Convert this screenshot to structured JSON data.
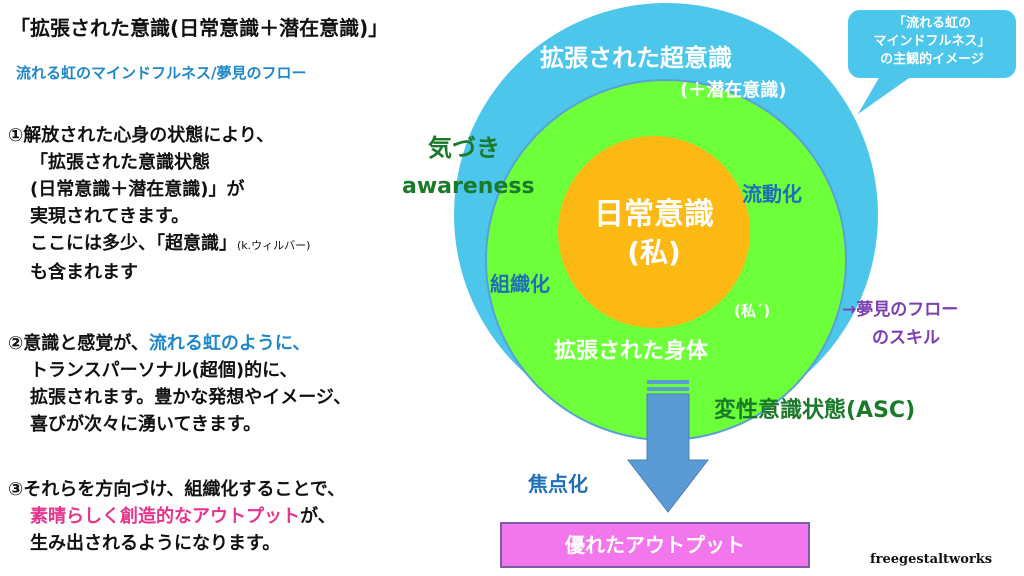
{
  "title": "「拡張された意識(日常意識＋潜在意識)」",
  "subtitle": "流れる虹のマインドフルネス/夢見のフロー",
  "para1": {
    "l1": "①解放された心身の状態により、",
    "l2": "「拡張された意識状態",
    "l3": "(日常意識＋潜在意識)」が",
    "l4": "実現されてきます。",
    "l5a": "ここには多少、「超意識」",
    "l5b": "(k.ウィルバー)",
    "l6": "も含まれます"
  },
  "para2": {
    "l1a": "②意識と感覚が、",
    "l1b": "流れる虹のように、",
    "l2": "トランスパーソナル(超個)的に、",
    "l3": "拡張されます。豊かな発想やイメージ、",
    "l4": "喜びが次々に湧いてきます。"
  },
  "para3": {
    "l1": "③それらを方向づけ、組織化することで、",
    "l2a": "素晴らしく創造的なアウトプット",
    "l2b": "が、",
    "l3": "生み出されるようになります。"
  },
  "diagram": {
    "outer_label": "拡張された超意識",
    "outer_sub": "(＋潜在意識)",
    "middle_label": "拡張された身体",
    "inner_label1": "日常意識",
    "inner_label2": "(私)",
    "watashi_dash": "(私´)",
    "kidzuki": "気づき",
    "awareness": "awareness",
    "ryudo": "流動化",
    "soshiki": "組織化",
    "henshitsu": "変性意識状態(ASC)",
    "shoten": "焦点化",
    "yume1": "→夢見のフロー",
    "yume2": "のスキル",
    "colors": {
      "outer": "#4cc6ea",
      "middle": "#6dff3a",
      "inner": "#fdb913",
      "arrow": "#5b9bd5",
      "output": "#f277ec"
    }
  },
  "callout": {
    "l1": "「流れる虹の",
    "l2": "マインドフルネス」",
    "l3": "の主観的イメージ"
  },
  "output_label": "優れたアウトプット",
  "credit": "freegestaltworks"
}
